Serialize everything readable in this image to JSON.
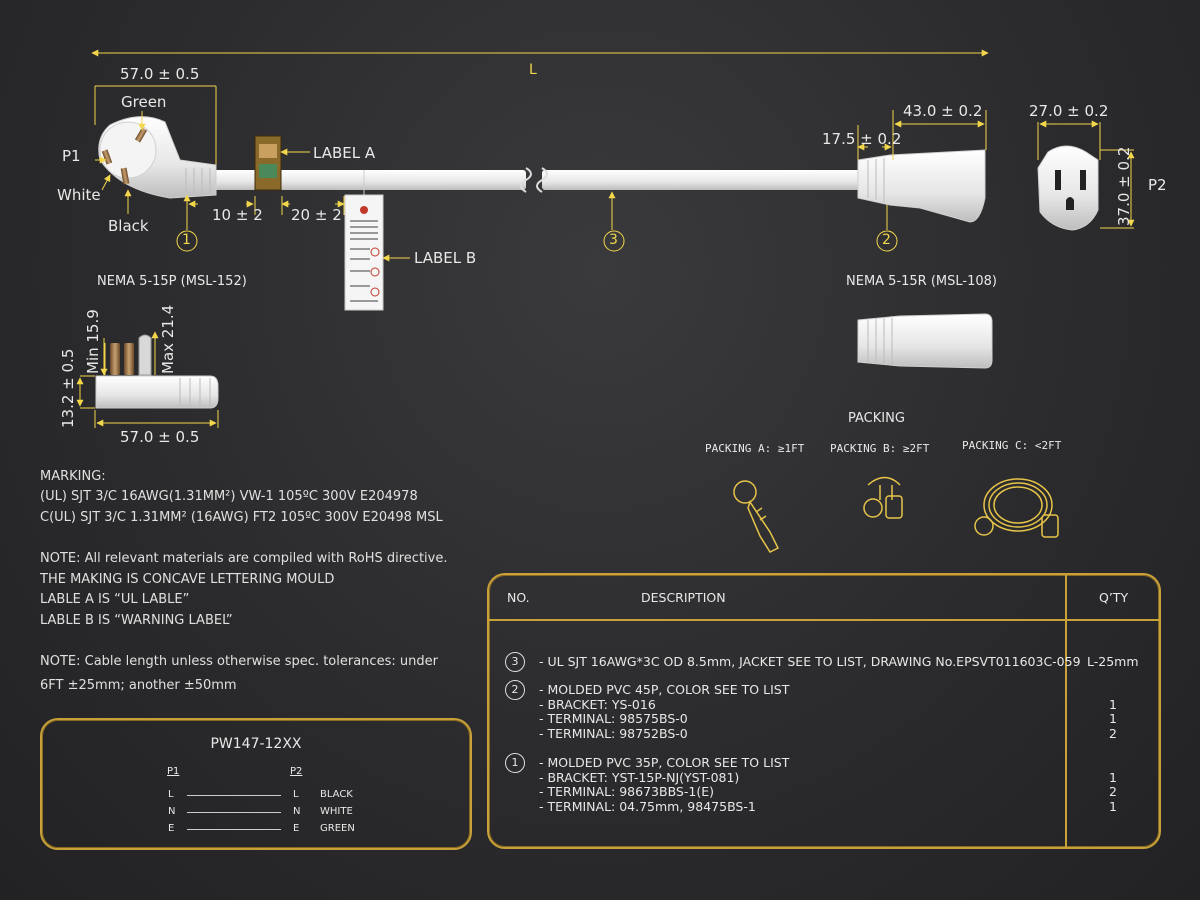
{
  "dimensions": {
    "overall_length": "L",
    "p1_width_top": "57.0 ± 0.5",
    "offset_label_a": "10 ± 2",
    "offset_label_b": "20 ± 2",
    "p2_offset": "17.5 ± 0.2",
    "p2_length": "43.0 ± 0.2",
    "p2_face_width": "27.0 ± 0.2",
    "p2_face_height": "37.0 ± 0.2",
    "side_min": "Min 15.9",
    "side_max": "Max 21.4",
    "side_height": "13.2 ± 0.5",
    "p1_width_bottom": "57.0 ± 0.5"
  },
  "labels": {
    "p1": "P1",
    "p2": "P2",
    "green": "Green",
    "white": "White",
    "black": "Black",
    "label_a": "LABEL A",
    "label_b": "LABEL B",
    "callout_1": "1",
    "callout_2": "2",
    "callout_3": "3",
    "p1_model": "NEMA 5-15P (MSL-152)",
    "p2_model": "NEMA 5-15R (MSL-108)"
  },
  "packing": {
    "title": "PACKING",
    "a": "PACKING A: ≥1FT",
    "b": "PACKING B: ≥2FT",
    "c": "PACKING C: <2FT"
  },
  "notes": {
    "marking_title": "MARKING:",
    "marking_1": "(UL) SJT 3/C 16AWG(1.31MM²) VW-1 105ºC 300V E204978",
    "marking_2": "C(UL) SJT 3/C 1.31MM² (16AWG) FT2 105ºC 300V E20498 MSL",
    "note_1": "NOTE: All relevant materials are compiled with RoHS directive.",
    "note_2": "THE MAKING IS CONCAVE LETTERING MOULD",
    "note_3": "LABLE A IS “UL LABLE”",
    "note_4": "LABLE B IS “WARNING LABEL”",
    "note_5a": "NOTE: Cable length unless otherwise spec. tolerances: under",
    "note_5b": "6FT ±25mm; another ±50mm"
  },
  "wiring": {
    "model": "PW147-12XX",
    "col_p1": "P1",
    "col_p2": "P2",
    "rows": [
      {
        "p1": "L",
        "p2": "L",
        "color": "BLACK"
      },
      {
        "p1": "N",
        "p2": "N",
        "color": "WHITE"
      },
      {
        "p1": "E",
        "p2": "E",
        "color": "GREEN"
      }
    ]
  },
  "bom": {
    "headers": {
      "no": "NO.",
      "description": "DESCRIPTION",
      "qty": "Q’TY"
    },
    "items": [
      {
        "no": "3",
        "lines": [
          "- UL SJT 16AWG*3C OD 8.5mm, JACKET SEE TO LIST, DRAWING No.EPSVT011603C-059"
        ],
        "qty": [
          "L-25mm"
        ]
      },
      {
        "no": "2",
        "lines": [
          "- MOLDED PVC 45P, COLOR SEE TO LIST",
          "- BRACKET: YS-016",
          "- TERMINAL: 98575BS-0",
          "- TERMINAL: 98752BS-0"
        ],
        "qty": [
          "",
          "1",
          "1",
          "2"
        ]
      },
      {
        "no": "1",
        "lines": [
          "- MOLDED PVC 35P, COLOR SEE TO LIST",
          "- BRACKET: YST-15P-NJ(YST-081)",
          "- TERMINAL: 98673BBS-1(E)",
          "- TERMINAL: 04.75mm, 98475BS-1"
        ],
        "qty": [
          "",
          "1",
          "2",
          "1"
        ]
      }
    ]
  },
  "colors": {
    "dimension": "#f2d64b",
    "gold_frame": "#c9a13b",
    "background": "#2a2a2c",
    "cable": "#f2f2f2"
  }
}
